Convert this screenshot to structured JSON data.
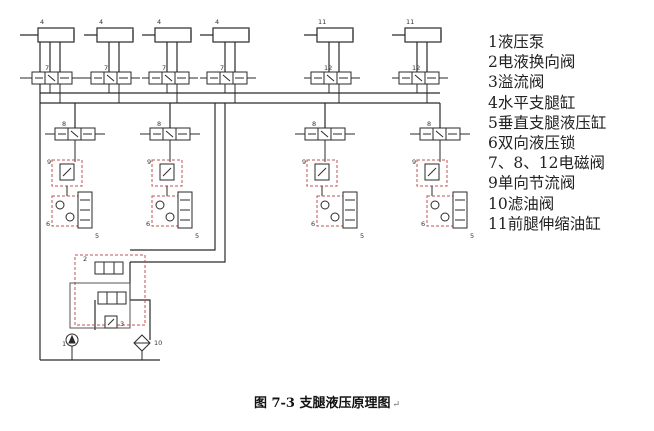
{
  "diagram": {
    "legend": [
      "1液压泵",
      "2电液换向阀",
      "3溢流阀",
      "4水平支腿缸",
      "5垂直支腿液压缸",
      "6双向液压锁",
      "7、8、12电磁阀",
      "9单向节流阀",
      "10滤油阀",
      "11前腿伸缩油缸"
    ],
    "caption": "图 7-3  支腿液压原理图",
    "caption_mark": "↵",
    "callouts": {
      "top_cylinders": [
        "4",
        "4",
        "4",
        "4",
        "11",
        "11"
      ],
      "top_valves": [
        "7",
        "7",
        "7",
        "7",
        "12",
        "12"
      ],
      "mid_valves": [
        "8",
        "8",
        "8",
        "8"
      ],
      "throttles": [
        "9",
        "9",
        "9",
        "9"
      ],
      "locks": [
        "6",
        "6",
        "6",
        "6"
      ],
      "vert_cylinders": [
        "5",
        "5",
        "5",
        "5"
      ],
      "control_block": [
        "2",
        "1",
        "3",
        "10"
      ]
    },
    "colors": {
      "line": "#2a2a2a",
      "dashed_box": "#c0504d",
      "block_frame": "#555555"
    }
  }
}
